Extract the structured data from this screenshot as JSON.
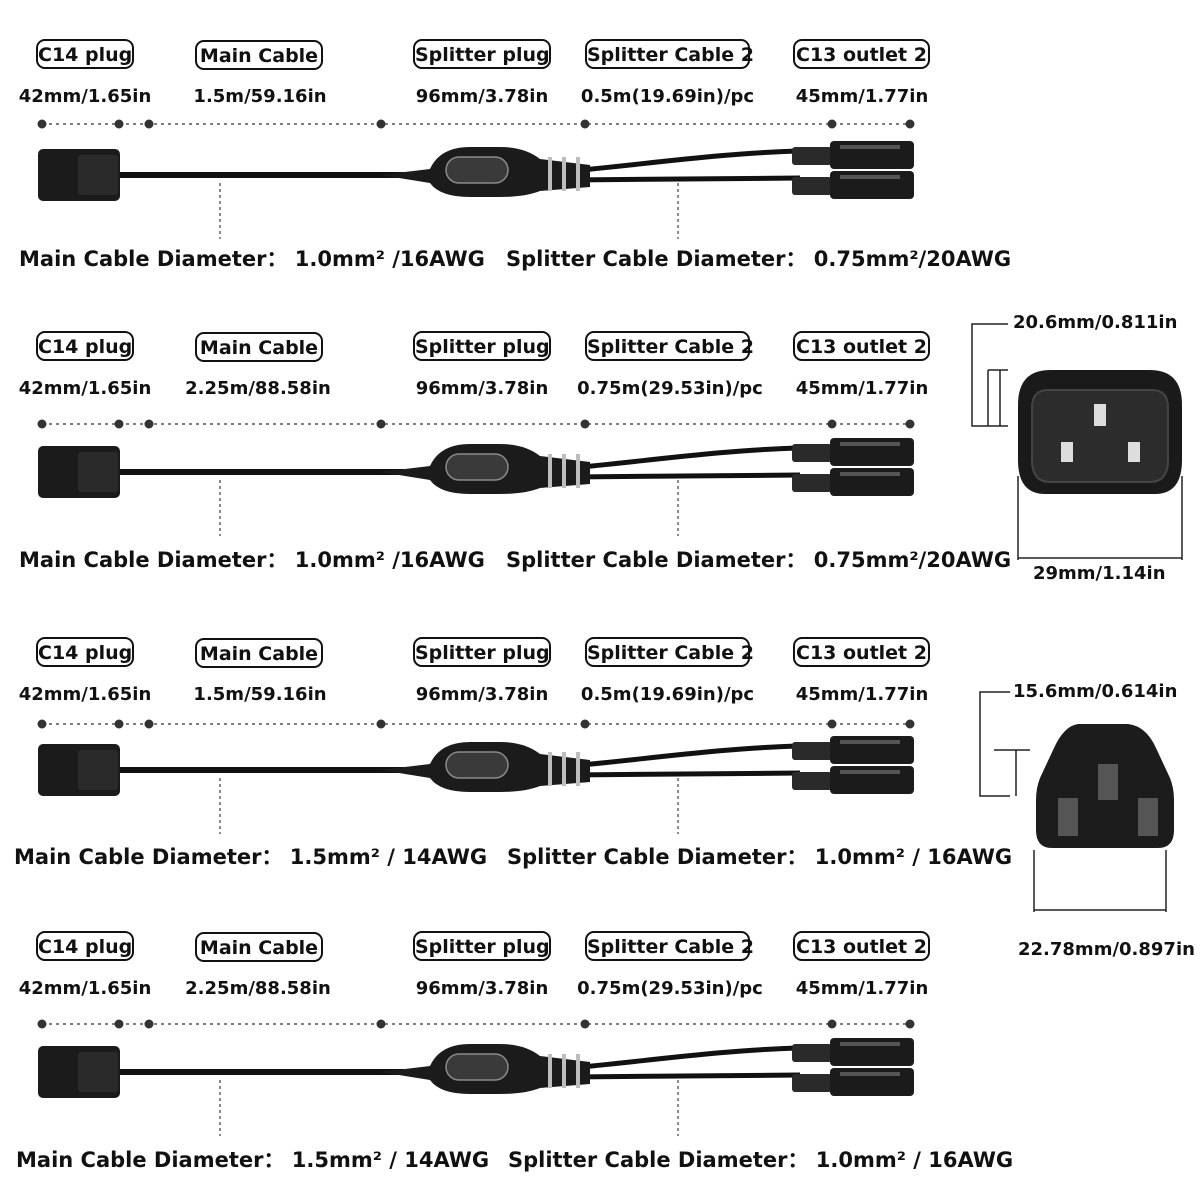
{
  "variants": [
    {
      "labels": [
        "C14 plug",
        "Main Cable",
        "Splitter plug",
        "Splitter Cable 2",
        "C13 outlet 2"
      ],
      "dims": [
        "42mm/1.65in",
        "1.5m/59.16in",
        "96mm/3.78in",
        "0.5m(19.69in)/pc",
        "45mm/1.77in"
      ],
      "main_diameter": "Main Cable Diameter：  1.0mm² /16AWG",
      "splitter_diameter": "Splitter Cable Diameter：  0.75mm²/20AWG"
    },
    {
      "labels": [
        "C14 plug",
        "Main Cable",
        "Splitter plug",
        "Splitter Cable 2",
        "C13 outlet 2"
      ],
      "dims": [
        "42mm/1.65in",
        "2.25m/88.58in",
        "96mm/3.78in",
        "0.75m(29.53in)/pc",
        "45mm/1.77in"
      ],
      "main_diameter": "Main Cable Diameter：  1.0mm² /16AWG",
      "splitter_diameter": "Splitter Cable Diameter：  0.75mm²/20AWG"
    },
    {
      "labels": [
        "C14 plug",
        "Main Cable",
        "Splitter plug",
        "Splitter Cable 2",
        "C13 outlet 2"
      ],
      "dims": [
        "42mm/1.65in",
        "1.5m/59.16in",
        "96mm/3.78in",
        "0.5m(19.69in)/pc",
        "45mm/1.77in"
      ],
      "main_diameter": "Main Cable Diameter：  1.5mm²  / 14AWG",
      "splitter_diameter": "Splitter Cable Diameter：  1.0mm² / 16AWG"
    },
    {
      "labels": [
        "C14 plug",
        "Main Cable",
        "Splitter plug",
        "Splitter Cable 2",
        "C13 outlet 2"
      ],
      "dims": [
        "42mm/1.65in",
        "2.25m/88.58in",
        "96mm/3.78in",
        "0.75m(29.53in)/pc",
        "45mm/1.77in"
      ],
      "main_diameter": "Main Cable Diameter：  1.5mm²  / 14AWG",
      "splitter_diameter": "Splitter Cable Diameter：  1.0mm² / 16AWG"
    }
  ],
  "c14_connector": {
    "width": "20.6mm/0.811in",
    "height": "29mm/1.14in"
  },
  "c13_connector": {
    "width": "15.6mm/0.614in",
    "height": "22.78mm/0.897in"
  },
  "colors": {
    "cable": "#111111",
    "connector": "#1b1b1b",
    "guide": "#555555"
  }
}
